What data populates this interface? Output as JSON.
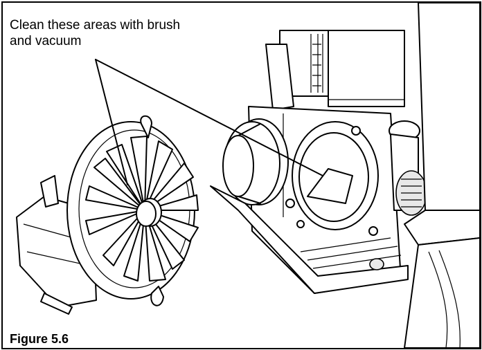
{
  "callout": {
    "line1": "Clean these areas with brush",
    "line2": "and vacuum"
  },
  "caption": "Figure 5.6"
}
